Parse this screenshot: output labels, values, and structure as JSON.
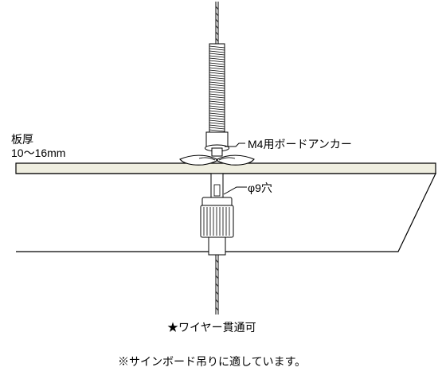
{
  "labels": {
    "thickness_title": "板厚",
    "thickness_range": "10〜16mm",
    "anchor": "M4用ボードアンカー",
    "hole": "φ9穴",
    "wire_note": "★ワイヤー貫通可",
    "footnote": "※サインボード吊りに適しています。"
  },
  "colors": {
    "board_fill": "#efeee0",
    "line": "#000000",
    "background": "#ffffff"
  }
}
